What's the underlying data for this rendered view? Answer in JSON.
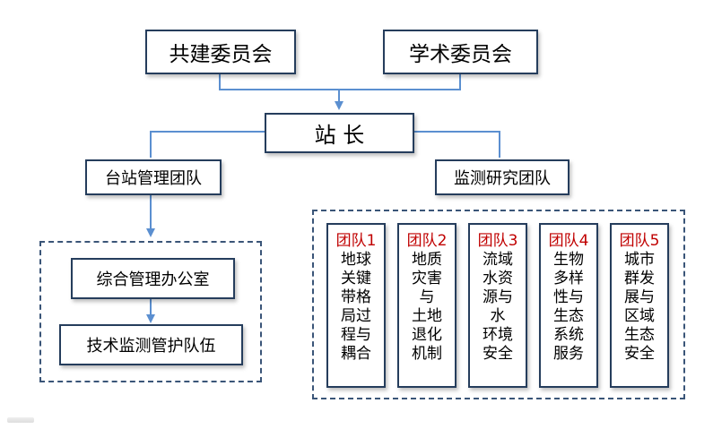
{
  "nodes": {
    "joint_committee": "共建委员会",
    "academic_committee": "学术委员会",
    "director": "站 长",
    "station_mgmt_team": "台站管理团队",
    "monitoring_team": "监测研究团队",
    "general_office": "综合管理办公室",
    "tech_team": "技术监测管护队伍"
  },
  "research_teams": [
    {
      "title": "团队1",
      "lines": [
        "地球",
        "关键",
        "带格",
        "局过",
        "程与",
        "耦合"
      ]
    },
    {
      "title": "团队2",
      "lines": [
        "地质",
        "灾害",
        "与",
        "土地",
        "退化",
        "机制"
      ]
    },
    {
      "title": "团队3",
      "lines": [
        "流域",
        "水资",
        "源与",
        "水",
        "环境",
        "安全"
      ]
    },
    {
      "title": "团队4",
      "lines": [
        "生物",
        "多样",
        "性与",
        "生态",
        "系统",
        "服务"
      ]
    },
    {
      "title": "团队5",
      "lines": [
        "城市",
        "群发",
        "展与",
        "区域",
        "生态",
        "安全"
      ]
    }
  ],
  "colors": {
    "line": "#5b8fd0",
    "border": "#253d5c",
    "team_title": "#c00000"
  }
}
